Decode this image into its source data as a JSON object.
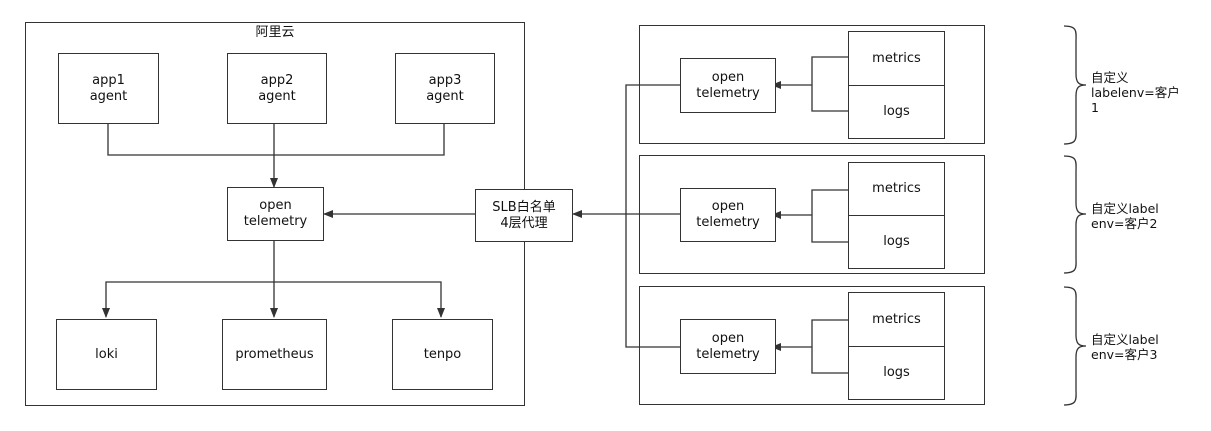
{
  "aliyun": {
    "title": "阿里云",
    "apps": [
      "app1\nagent",
      "app2\nagent",
      "app3\nagent"
    ],
    "collector": "open\ntelemetry",
    "backends": [
      "loki",
      "prometheus",
      "tenpo"
    ]
  },
  "gateway": {
    "label": "SLB白名单\n4层代理"
  },
  "customers": [
    {
      "collector": "open\ntelemetry",
      "metrics": "metrics",
      "logs": "logs",
      "note": "自定义\nlabelenv=客户\n1"
    },
    {
      "collector": "open\ntelemetry",
      "metrics": "metrics",
      "logs": "logs",
      "note": "自定义label\nenv=客户2"
    },
    {
      "collector": "open\ntelemetry",
      "metrics": "metrics",
      "logs": "logs",
      "note": "自定义label\nenv=客户3"
    }
  ]
}
